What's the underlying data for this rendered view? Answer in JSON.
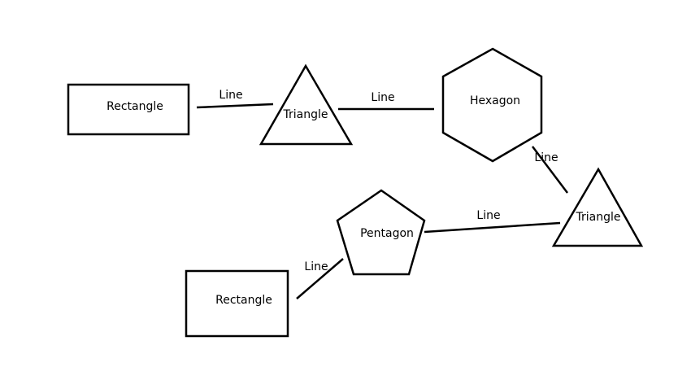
{
  "colors": {
    "background": "#ffffff",
    "stroke": "#000000",
    "text": "#000000"
  },
  "nodes": {
    "rectangle_1": {
      "label": "Rectangle"
    },
    "triangle_1": {
      "label": "Triangle"
    },
    "hexagon_1": {
      "label": "Hexagon"
    },
    "triangle_2": {
      "label": "Triangle"
    },
    "pentagon_1": {
      "label": "Pentagon"
    },
    "rectangle_2": {
      "label": "Rectangle"
    }
  },
  "edges": {
    "rectangle1_triangle1": {
      "label": "Line"
    },
    "triangle1_hexagon1": {
      "label": "Line"
    },
    "hexagon1_triangle2": {
      "label": "Line"
    },
    "triangle2_pentagon1": {
      "label": "Line"
    },
    "pentagon1_rectangle2": {
      "label": "Line"
    }
  }
}
